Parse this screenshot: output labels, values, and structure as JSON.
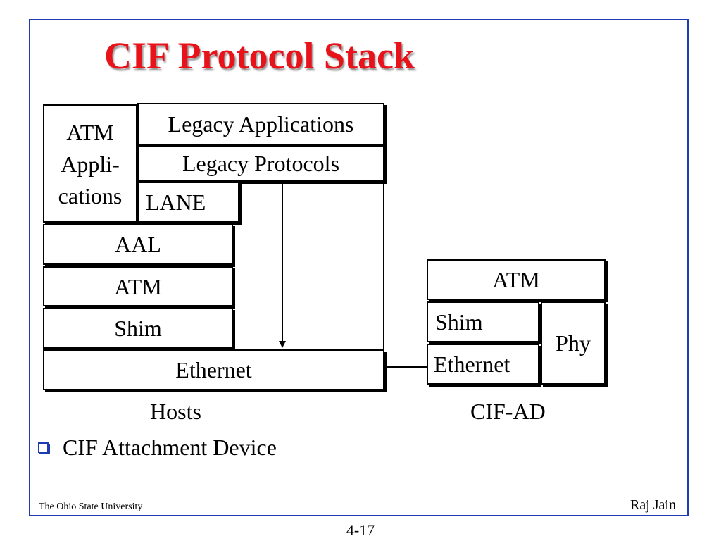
{
  "slide": {
    "title": "CIF Protocol Stack",
    "bullet": "CIF Attachment Device",
    "footer_left": "The Ohio State University",
    "footer_right": "Raj Jain",
    "page_number": "4-17",
    "title_color": "#e8121a",
    "frame_color": "#1f3bb3"
  },
  "hosts": {
    "atm_applications": [
      "ATM",
      "Appli-",
      "cations"
    ],
    "legacy_applications": "Legacy Applications",
    "legacy_protocols": "Legacy Protocols",
    "lane": "LANE",
    "aal": "AAL",
    "atm": "ATM",
    "shim": "Shim",
    "ethernet": "Ethernet",
    "label": "Hosts"
  },
  "cif_ad": {
    "atm": "ATM",
    "shim": "Shim",
    "ethernet": "Ethernet",
    "phy": "Phy",
    "label": "CIF-AD"
  }
}
